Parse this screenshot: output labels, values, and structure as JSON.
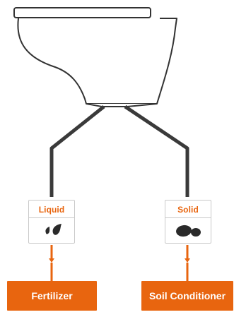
{
  "streams": {
    "liquid": {
      "label": "Liquid",
      "icon": "liquid-drops-icon",
      "output_label": "Fertilizer"
    },
    "solid": {
      "label": "Solid",
      "icon": "solid-particles-icon",
      "output_label": "Soil Conditioner"
    }
  },
  "colors": {
    "accent": "#e8650f",
    "pipe": "#3a3a3a",
    "box_border": "#c9c9c9",
    "toilet_outline": "#333333"
  }
}
